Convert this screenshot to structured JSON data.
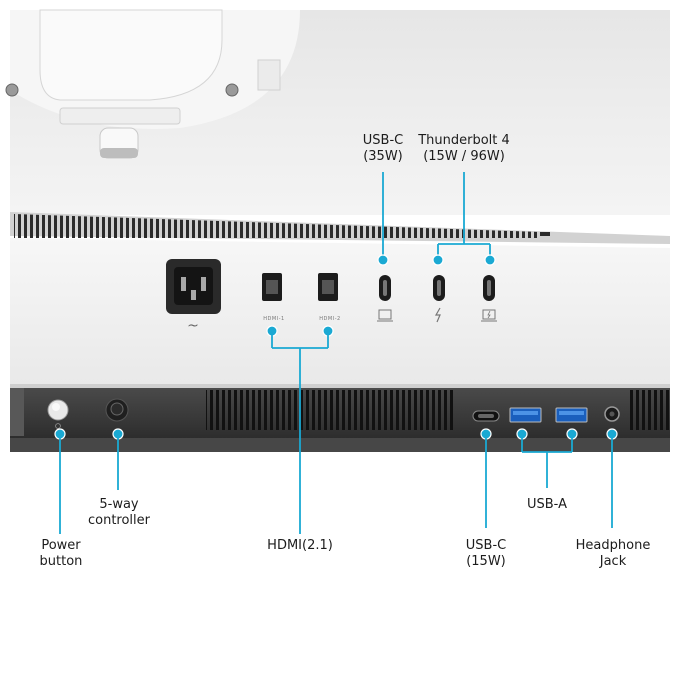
{
  "callouts": {
    "usbc_top": {
      "line1": "USB-C",
      "line2": "(35W)"
    },
    "thunderbolt": {
      "line1": "Thunderbolt 4",
      "line2": "(15W / 96W)"
    },
    "power_button": {
      "line1": "Power",
      "line2": "button"
    },
    "five_way": {
      "line1": "5-way",
      "line2": "controller"
    },
    "hdmi": {
      "line1": "HDMI(2.1)"
    },
    "usbc_bottom": {
      "line1": "USB-C",
      "line2": "(15W)"
    },
    "usba": {
      "line1": "USB-A"
    },
    "headphone": {
      "line1": "Headphone",
      "line2": "Jack"
    }
  },
  "port_markings": {
    "hdmi1": "HDMI-1",
    "hdmi2": "HDMI-2",
    "ac_symbol": "~"
  },
  "colors": {
    "accent": "#1aa9d3",
    "bezel": "#dcdcdc",
    "panel_light": "#f1f1f1",
    "panel_dark": "#3c3c3c"
  }
}
